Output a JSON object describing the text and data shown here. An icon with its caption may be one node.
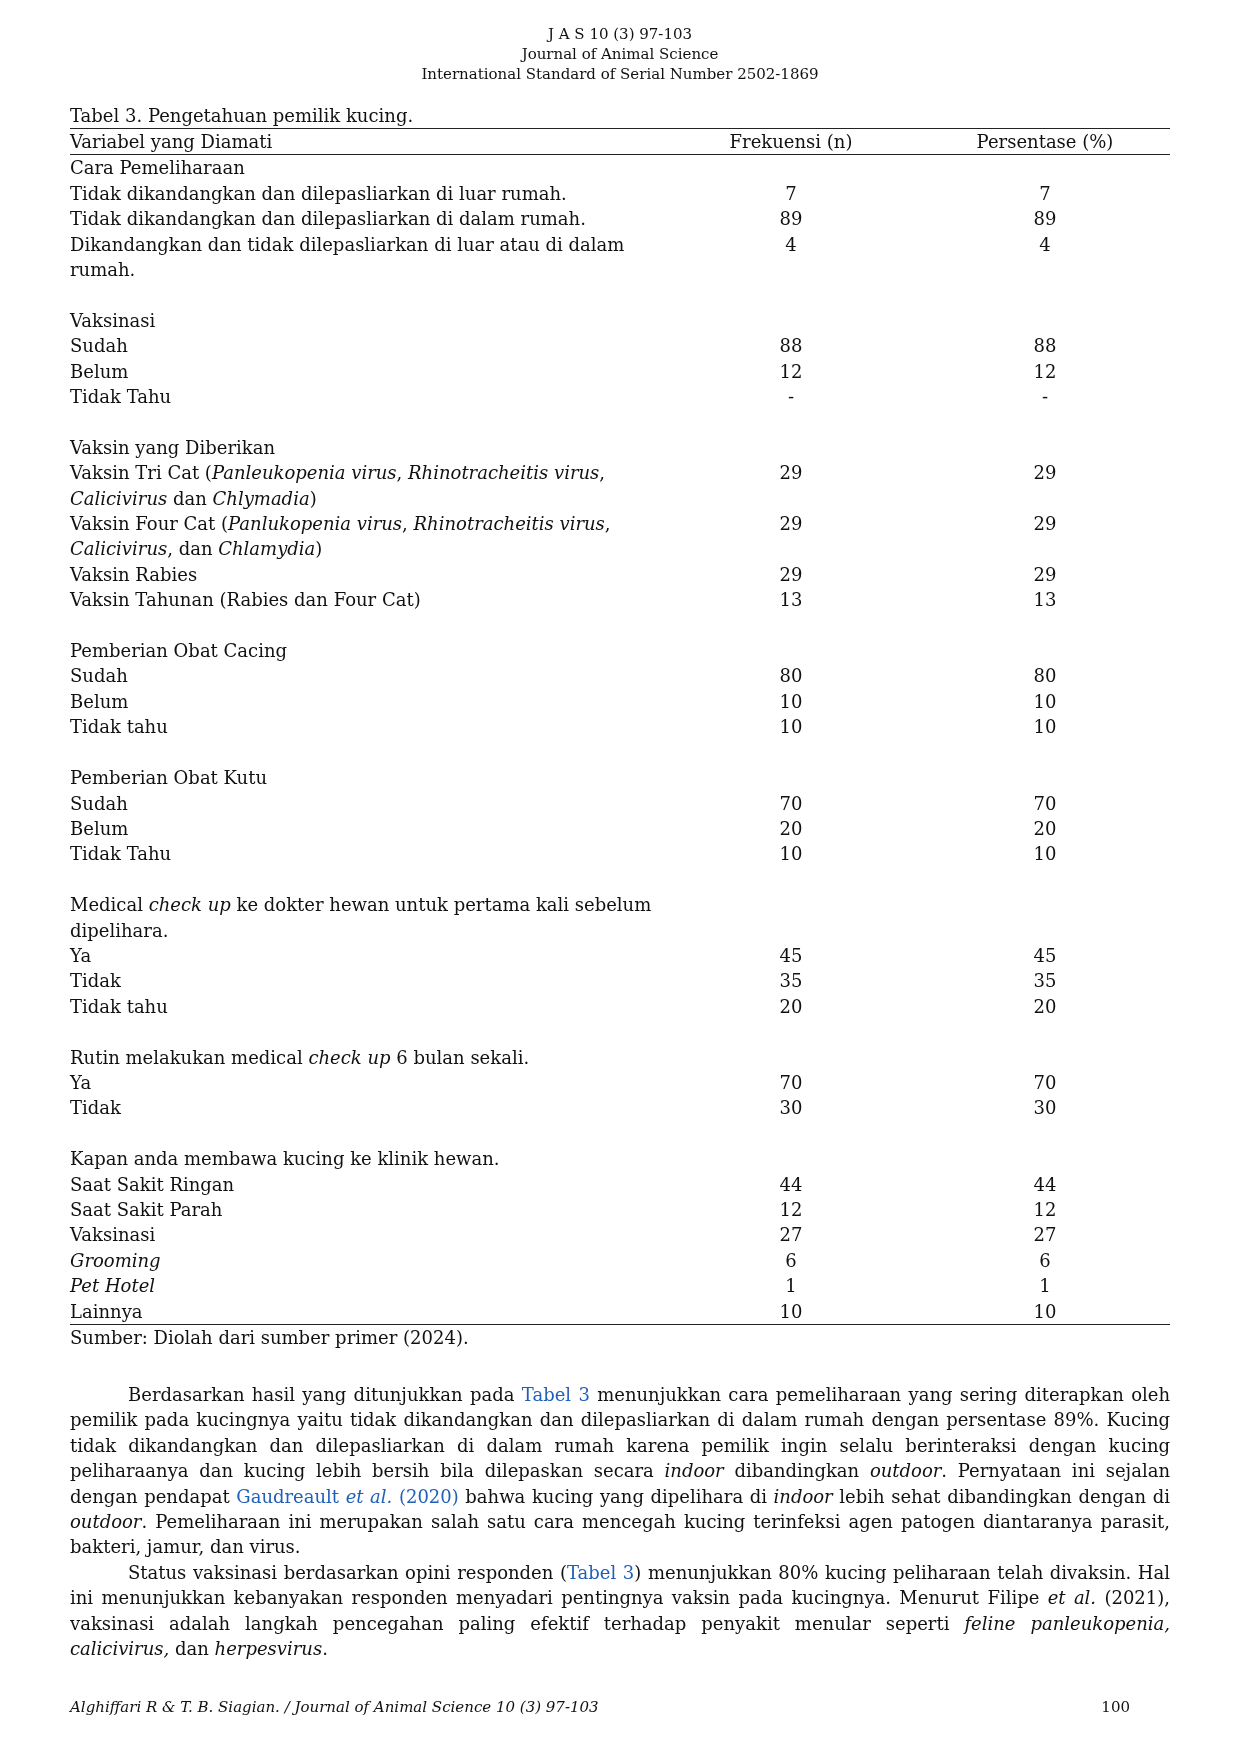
{
  "diagram": {
    "title": "Tabel 3. Pengetahuan pemilik kucing.",
    "caption": "Sumber: Diolah dari sumber primer (2024).",
    "labels": [
      "J A S 10 (3) 97-103",
      "Journal of Animal Science",
      "International Standard of Serial Number 2502-1869",
      "Variabel yang Diamati",
      "Frekuensi (n)",
      "Persentase (%)",
      "Cara Pemeliharaan",
      "Tidak dikandangkan dan dilepasliarkan di luar rumah.",
      "7",
      "7",
      "Tidak dikandangkan dan dilepasliarkan di dalam rumah.",
      "89",
      "89",
      "Dikandangkan dan tidak dilepasliarkan di luar atau di dalam rumah.",
      "4",
      "4",
      "Vaksinasi",
      "Sudah",
      "88",
      "88",
      "Belum",
      "12",
      "12",
      "Tidak Tahu",
      "-",
      "-",
      "Vaksin yang Diberikan",
      "Vaksin Tri Cat (*Panleukopenia virus*, *Rhinotracheitis virus*, *Calicivirus* dan *Chlymadia*)",
      "29",
      "29",
      "Vaksin Four Cat (*Panlukopenia virus*, *Rhinotracheitis virus*, *Calicivirus*, dan *Chlamydia*)",
      "29",
      "29",
      "Vaksin Rabies",
      "29",
      "29",
      "Vaksin Tahunan (Rabies dan Four Cat)",
      "13",
      "13",
      "Pemberian Obat Cacing",
      "Sudah",
      "80",
      "80",
      "Belum",
      "10",
      "10",
      "Tidak tahu",
      "10",
      "10",
      "Pemberian Obat Kutu",
      "Sudah",
      "70",
      "70",
      "Belum",
      "20",
      "20",
      "Tidak Tahu",
      "10",
      "10",
      "Medical *check up* ke dokter hewan untuk pertama kali sebelum dipelihara.",
      "Ya",
      "45",
      "45",
      "Tidak",
      "35",
      "35",
      "Tidak tahu",
      "20",
      "20",
      "Rutin melakukan medical *check up* 6 bulan sekali.",
      "Ya",
      "70",
      "70",
      "Tidak",
      "30",
      "30",
      "Kapan anda membawa kucing ke klinik hewan.",
      "Saat Sakit Ringan",
      "44",
      "44",
      "Saat Sakit Parah",
      "12",
      "12",
      "Vaksinasi",
      "27",
      "27",
      "Grooming",
      "6",
      "6",
      "Pet Hotel",
      "1",
      "1",
      "Lainnya",
      "10",
      "10",
      "Berdasarkan hasil yang ditunjukkan pada",
      "Tabel 3",
      "menunjukkan cara pemeliharaan yang sering diterapkan oleh pemilik pada kucingnya yaitu tidak dikandangkan dan dilepasliarkan di dalam rumah dengan persentase 89%. Kucing tidak dikandangkan dan dilepasliarkan di dalam rumah karena pemilik ingin selalu berinteraksi dengan kucing peliharaanya dan kucing lebih bersih bila dilepaskan secara *indoor* dibandingkan *outdoor*. Pernyataan ini sejalan dengan pendapat",
      "Gaudreault *et al.* (2020)",
      "bahwa kucing yang dipelihara di *indoor* lebih sehat dibandingkan dengan di *outdoor*. Pemeliharaan ini merupakan salah satu cara mencegah kucing terinfeksi agen patogen diantaranya parasit, bakteri, jamur, dan virus.",
      "Status vaksinasi berdasarkan opini responden (",
      "Tabel 3",
      ") menunjukkan 80% kucing peliharaan telah divaksin. Hal ini menunjukkan kebanyakan responden menyadari pentingnya vaksin pada kucingnya. Menurut Filipe *et al.* (2021), vaksinasi adalah langkah pencegahan paling efektif terhadap penyakit menular seperti *feline panleukopenia, calicivirus,* dan *herpesvirus*.",
      "Alghiffari R & T. B. Siagian. / Journal of Animal Science 10 (3) 97-103",
      "100"
    ]
  }
}
